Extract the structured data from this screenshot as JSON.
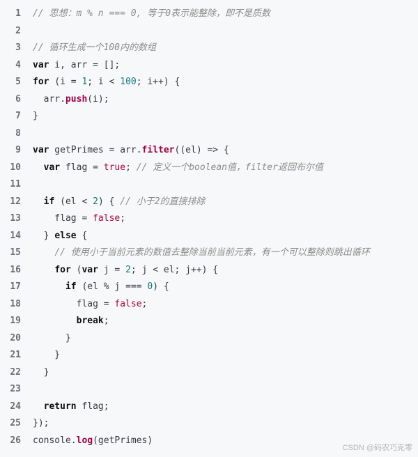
{
  "code": {
    "lines": [
      {
        "num": "1",
        "tokens": [
          {
            "t": "cmt",
            "v": "// 思想：m % n === 0, 等于0表示能整除，即不是质数"
          }
        ]
      },
      {
        "num": "2",
        "tokens": []
      },
      {
        "num": "3",
        "tokens": [
          {
            "t": "cmt",
            "v": "// 循环生成一个100内的数组"
          }
        ]
      },
      {
        "num": "4",
        "tokens": [
          {
            "t": "kw",
            "v": "var"
          },
          {
            "t": "plain",
            "v": " i, arr = [];"
          }
        ]
      },
      {
        "num": "5",
        "tokens": [
          {
            "t": "kw",
            "v": "for"
          },
          {
            "t": "plain",
            "v": " (i = "
          },
          {
            "t": "num",
            "v": "1"
          },
          {
            "t": "plain",
            "v": "; i < "
          },
          {
            "t": "num",
            "v": "100"
          },
          {
            "t": "plain",
            "v": "; i++) {"
          }
        ]
      },
      {
        "num": "6",
        "tokens": [
          {
            "t": "plain",
            "v": "  arr."
          },
          {
            "t": "fn",
            "v": "push"
          },
          {
            "t": "plain",
            "v": "(i);"
          }
        ]
      },
      {
        "num": "7",
        "tokens": [
          {
            "t": "plain",
            "v": "}"
          }
        ]
      },
      {
        "num": "8",
        "tokens": []
      },
      {
        "num": "9",
        "tokens": [
          {
            "t": "kw",
            "v": "var"
          },
          {
            "t": "plain",
            "v": " getPrimes = arr."
          },
          {
            "t": "fn",
            "v": "filter"
          },
          {
            "t": "plain",
            "v": "((el) => {"
          }
        ]
      },
      {
        "num": "10",
        "tokens": [
          {
            "t": "plain",
            "v": "  "
          },
          {
            "t": "kw",
            "v": "var"
          },
          {
            "t": "plain",
            "v": " flag = "
          },
          {
            "t": "val",
            "v": "true"
          },
          {
            "t": "plain",
            "v": "; "
          },
          {
            "t": "cmt",
            "v": "// 定义一个boolean值，filter返回布尔值"
          }
        ]
      },
      {
        "num": "11",
        "tokens": []
      },
      {
        "num": "12",
        "tokens": [
          {
            "t": "plain",
            "v": "  "
          },
          {
            "t": "kw",
            "v": "if"
          },
          {
            "t": "plain",
            "v": " (el < "
          },
          {
            "t": "num",
            "v": "2"
          },
          {
            "t": "plain",
            "v": ") { "
          },
          {
            "t": "cmt",
            "v": "// 小于2的直接排除"
          }
        ]
      },
      {
        "num": "13",
        "tokens": [
          {
            "t": "plain",
            "v": "    flag = "
          },
          {
            "t": "val",
            "v": "false"
          },
          {
            "t": "plain",
            "v": ";"
          }
        ]
      },
      {
        "num": "14",
        "tokens": [
          {
            "t": "plain",
            "v": "  } "
          },
          {
            "t": "kw",
            "v": "else"
          },
          {
            "t": "plain",
            "v": " {"
          }
        ]
      },
      {
        "num": "15",
        "tokens": [
          {
            "t": "plain",
            "v": "    "
          },
          {
            "t": "cmt",
            "v": "// 使用小于当前元素的数值去整除当前当前元素，有一个可以整除则跳出循环"
          }
        ]
      },
      {
        "num": "16",
        "tokens": [
          {
            "t": "plain",
            "v": "    "
          },
          {
            "t": "kw",
            "v": "for"
          },
          {
            "t": "plain",
            "v": " ("
          },
          {
            "t": "kw",
            "v": "var"
          },
          {
            "t": "plain",
            "v": " j = "
          },
          {
            "t": "num",
            "v": "2"
          },
          {
            "t": "plain",
            "v": "; j < el; j++) {"
          }
        ]
      },
      {
        "num": "17",
        "tokens": [
          {
            "t": "plain",
            "v": "      "
          },
          {
            "t": "kw",
            "v": "if"
          },
          {
            "t": "plain",
            "v": " (el % j === "
          },
          {
            "t": "num",
            "v": "0"
          },
          {
            "t": "plain",
            "v": ") {"
          }
        ]
      },
      {
        "num": "18",
        "tokens": [
          {
            "t": "plain",
            "v": "        flag = "
          },
          {
            "t": "val",
            "v": "false"
          },
          {
            "t": "plain",
            "v": ";"
          }
        ]
      },
      {
        "num": "19",
        "tokens": [
          {
            "t": "plain",
            "v": "        "
          },
          {
            "t": "kw",
            "v": "break"
          },
          {
            "t": "plain",
            "v": ";"
          }
        ]
      },
      {
        "num": "20",
        "tokens": [
          {
            "t": "plain",
            "v": "      }"
          }
        ]
      },
      {
        "num": "21",
        "tokens": [
          {
            "t": "plain",
            "v": "    }"
          }
        ]
      },
      {
        "num": "22",
        "tokens": [
          {
            "t": "plain",
            "v": "  }"
          }
        ]
      },
      {
        "num": "23",
        "tokens": []
      },
      {
        "num": "24",
        "tokens": [
          {
            "t": "plain",
            "v": "  "
          },
          {
            "t": "kw",
            "v": "return"
          },
          {
            "t": "plain",
            "v": " flag;"
          }
        ]
      },
      {
        "num": "25",
        "tokens": [
          {
            "t": "plain",
            "v": "});"
          }
        ]
      },
      {
        "num": "26",
        "tokens": [
          {
            "t": "plain",
            "v": "console."
          },
          {
            "t": "fn",
            "v": "log"
          },
          {
            "t": "plain",
            "v": "(getPrimes)"
          }
        ]
      }
    ]
  },
  "watermark": "CSDN @码农巧克零"
}
